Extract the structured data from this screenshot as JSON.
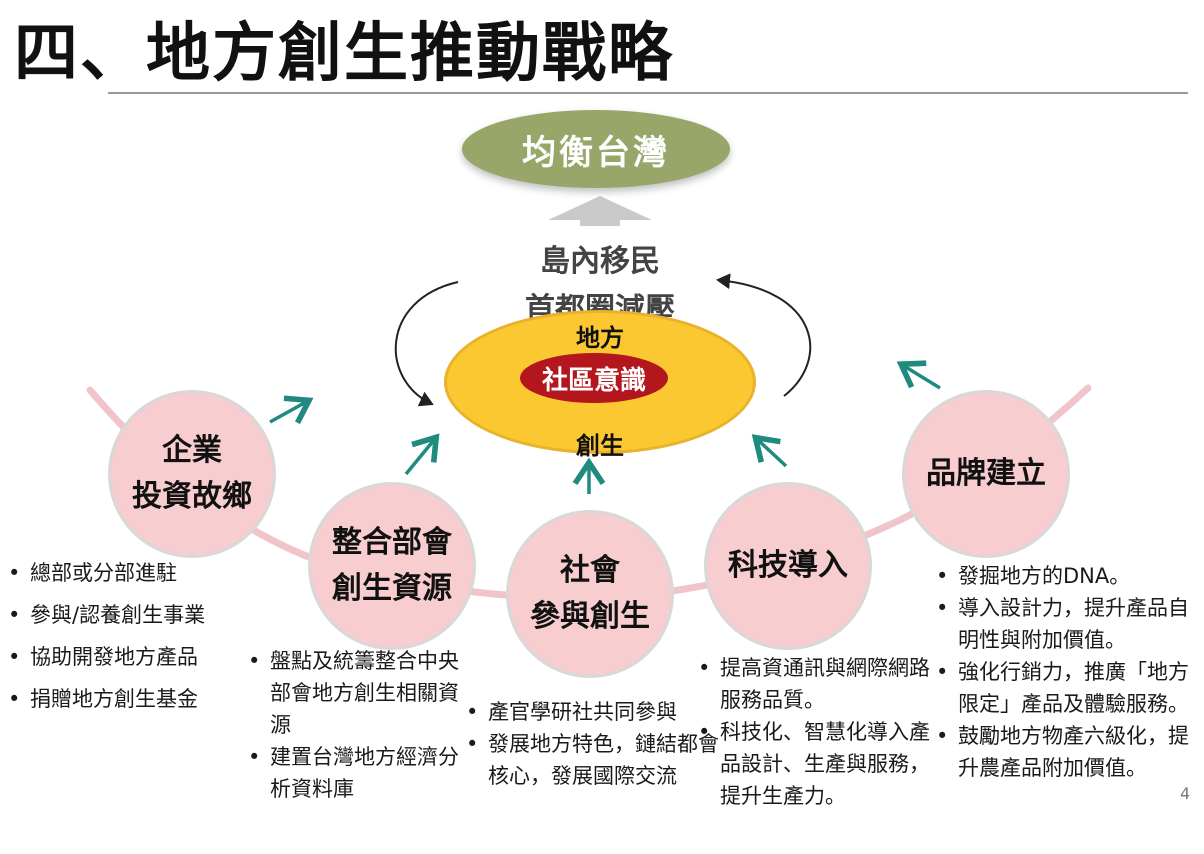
{
  "title": "四、地方創生推動戰略",
  "goal": "均衡台灣",
  "center_lines": [
    "島內移民",
    "首都圈減壓"
  ],
  "core": {
    "top": "地方",
    "label": "社區意識",
    "bottom": "創生"
  },
  "pillars": [
    {
      "lines": [
        "企業",
        "投資故鄉"
      ],
      "bullets": [
        "總部或分部進駐",
        "參與/認養創生事業",
        "協助開發地方產品",
        "捐贈地方創生基金"
      ]
    },
    {
      "lines": [
        "整合部會",
        "創生資源"
      ],
      "bullets": [
        "盤點及統籌整合中央部會地方創生相關資源",
        "建置台灣地方經濟分析資料庫"
      ]
    },
    {
      "lines": [
        "社會",
        "參與創生"
      ],
      "bullets": [
        "產官學研社共同參與",
        "發展地方特色，鏈結都會核心，發展國際交流"
      ]
    },
    {
      "lines": [
        "科技導入"
      ],
      "bullets": [
        "提高資通訊與網際網路服務品質。",
        "科技化、智慧化導入產品設計、生產與服務，提升生產力。"
      ]
    },
    {
      "lines": [
        "品牌建立"
      ],
      "bullets": [
        "發掘地方的DNA。",
        "導入設計力，提升產品自明性與附加價值。",
        "強化行銷力，推廣「地方限定」產品及體驗服務。",
        "鼓勵地方物產六級化，提升農產品附加價值。"
      ]
    }
  ],
  "page_number": "4",
  "colors": {
    "goal": "#98a66a",
    "core": "#fbc832",
    "core_label": "#b3161d",
    "pillar": "#f7cdd0",
    "arrow_teal": "#1f8a80",
    "arc": "#f0c4c8"
  }
}
